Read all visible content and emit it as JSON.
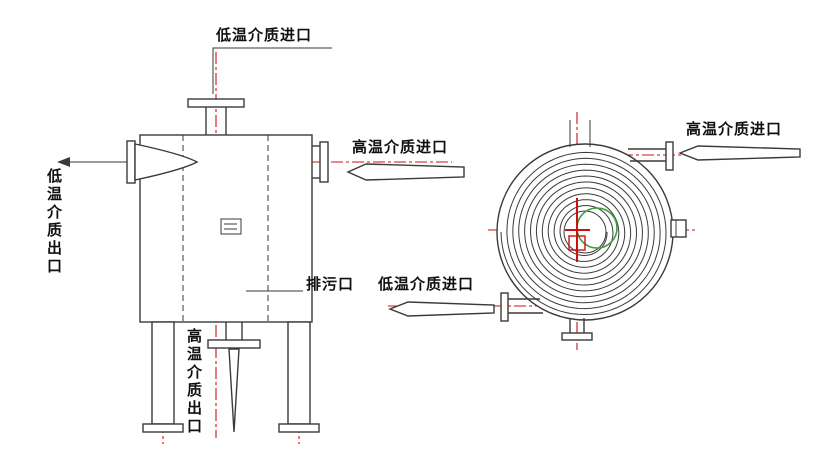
{
  "diagram": {
    "subject": "spiral plate heat exchanger technical drawing",
    "views": [
      "front elevation view",
      "top (plan) view with spiral coil"
    ]
  },
  "labels": {
    "front_view": {
      "low_temp_inlet": "低温介质进口",
      "high_temp_inlet": "高温介质进口",
      "low_temp_outlet": "低温介质出口",
      "drain_port": "排污口",
      "high_temp_outlet": "高温介质出口"
    },
    "top_view": {
      "high_temp_inlet": "高温介质进口",
      "low_temp_inlet": "低温介质进口"
    }
  },
  "icons": {
    "flow_arrow": "hollow tapered arrow pointing left",
    "leader_arrow": "solid small arrow pointing left"
  },
  "colors": {
    "line": "#3a3a3a",
    "centerline_red": "#cc1111",
    "detail_green": "#3d9e3d",
    "background": "#ffffff"
  }
}
